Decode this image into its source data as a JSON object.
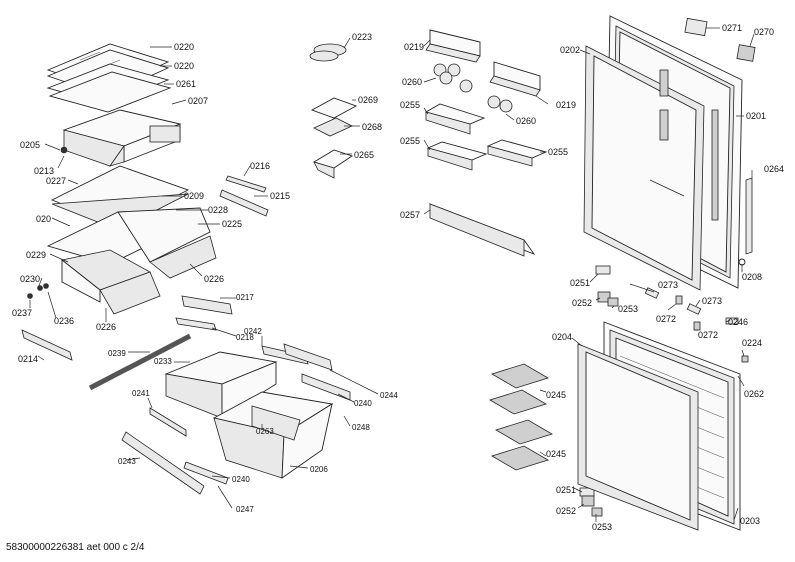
{
  "footer": "58300000226381 aet 000 c 2/4",
  "labels": [
    "0220",
    "0220",
    "0261",
    "0207",
    "0205",
    "0213",
    "0227",
    "0209",
    "020",
    "0228",
    "0225",
    "0229",
    "0230",
    "0226",
    "0237",
    "0236",
    "0226",
    "0214",
    "0216",
    "0215",
    "0217",
    "0218",
    "0239",
    "0233",
    "0242",
    "0244",
    "0241",
    "0240",
    "0248",
    "0263",
    "0243",
    "0240",
    "0206",
    "0247",
    "0223",
    "0269",
    "0268",
    "0265",
    "0219",
    "0260",
    "0219",
    "0255",
    "0260",
    "0255",
    "0255",
    "0257",
    "0202",
    "0271",
    "0270",
    "0201",
    "0264",
    "0208",
    "0251",
    "0273",
    "0252",
    "0253",
    "0272",
    "0273",
    "0246",
    "0272",
    "0224",
    "0204",
    "0245",
    "0262",
    "0245",
    "0251",
    "0252",
    "0253",
    "0203"
  ]
}
